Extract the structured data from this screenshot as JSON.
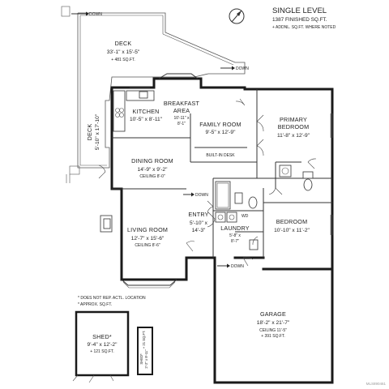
{
  "header": {
    "title": "SINGLE LEVEL",
    "finished": "1387 FINISHED SQ.FT.",
    "note": "+ ADDNL. SQ.FT. WHERE NOTED"
  },
  "rooms": {
    "deck": {
      "name": "DECK",
      "dims": "33'-1\" x 15'-5\"",
      "extra": "+ 481 SQ.FT."
    },
    "deck_side": {
      "name": "DECK",
      "dims": "5'-10\" x 17'-10\""
    },
    "kitchen": {
      "name": "KITCHEN",
      "dims": "10'-5\" x 8'-11\""
    },
    "breakfast": {
      "name": "BREAKFAST",
      "name2": "AREA",
      "dims1": "10'-11\" x",
      "dims2": "8'-1\""
    },
    "family": {
      "name": "FAMILY ROOM",
      "dims": "9'-5\" x 12'-9\""
    },
    "primary": {
      "name": "PRIMARY",
      "name2": "BEDROOM",
      "dims": "11'-8\" x 12'-9\""
    },
    "dining": {
      "name": "DINING ROOM",
      "dims": "14'-9\" x 9'-2\"",
      "ceiling": "CEILING 8'-0\""
    },
    "living": {
      "name": "LIVING ROOM",
      "dims": "12'-7\" x 15'-6\"",
      "ceiling": "CEILING 8'-6\""
    },
    "entry": {
      "name": "ENTRY",
      "dims1": "5'-10\" x",
      "dims2": "14'-3\""
    },
    "laundry": {
      "name": "LAUNDRY",
      "dims1": "5'-8\" x",
      "dims2": "8'-7\""
    },
    "bedroom": {
      "name": "BEDROOM",
      "dims": "10'-10\" x 11'-2\""
    },
    "garage": {
      "name": "GARAGE",
      "dims": "18'-2\" x 21'-7\"",
      "ceiling": "CEILING 11'-5\"",
      "extra": "+ 391 SQ.FT."
    },
    "shed": {
      "name": "SHED*",
      "dims": "9'-4\" x 12'-2\"",
      "extra": "+ 121 SQ.FT."
    },
    "shed_small": {
      "name": "SHED*",
      "dims": "2'-2\" x 9'-11\"",
      "extra": "+ 21 SQ.FT."
    }
  },
  "labels": {
    "built_in_desk": "BUILT-IN DESK",
    "wd": "WD",
    "down": "DOWN"
  },
  "notes": {
    "note1": "* DOES NOT REP. ACTL. LOCATION",
    "note2": "* APPROX. SQ.FT."
  },
  "listing_id": "MLS890461"
}
